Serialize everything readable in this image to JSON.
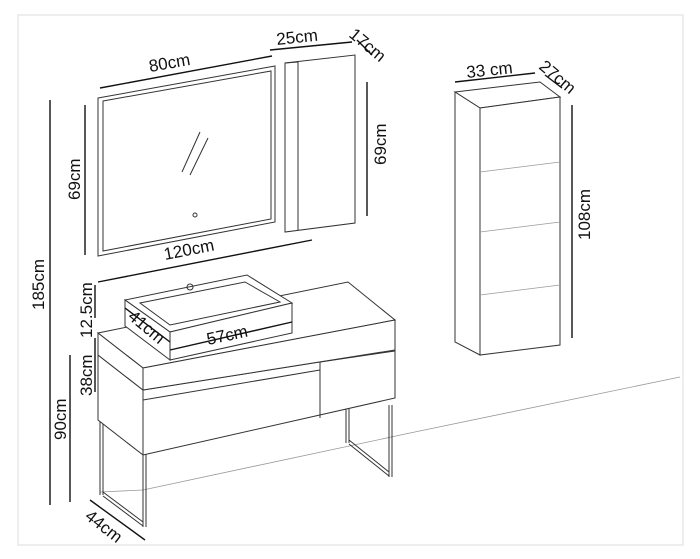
{
  "dimensions": {
    "mirror_width": "80cm",
    "mirror_height": "69cm",
    "mirror_cabinet_width": "25cm",
    "mirror_cabinet_depth": "17cm",
    "mirror_cabinet_height": "69cm",
    "tall_cabinet_width": "33 cm",
    "tall_cabinet_depth": "27cm",
    "tall_cabinet_height": "108cm",
    "vanity_width": "120cm",
    "total_height": "185cm",
    "sink_height": "12.5cm",
    "counter_height": "38cm",
    "sink_depth": "41cm",
    "sink_width": "57cm",
    "vanity_height": "90cm",
    "vanity_depth": "44cm"
  }
}
